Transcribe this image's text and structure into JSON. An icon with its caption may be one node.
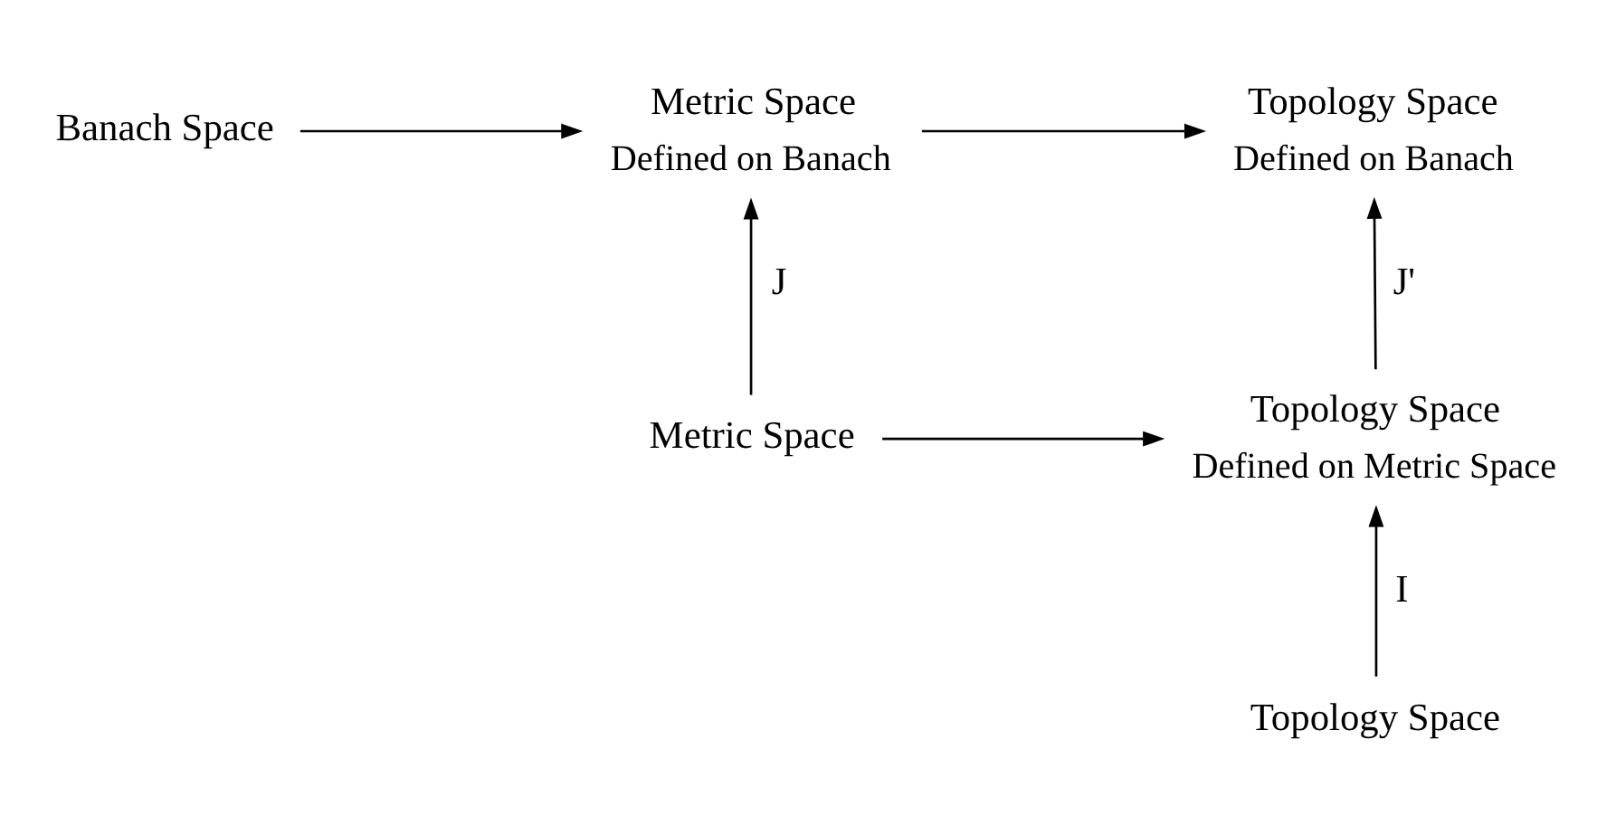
{
  "diagram": {
    "nodes": [
      {
        "text": [
          "Banach Space"
        ]
      },
      {
        "text": [
          "Metric Space"
        ],
        "beside": [
          "Defined on Banach"
        ]
      },
      {
        "text": [
          "Topology Space"
        ],
        "beside": [
          "Defined on Banach"
        ]
      },
      {
        "text": [
          "Metric Space"
        ]
      },
      {
        "text": [
          "Topology Space"
        ],
        "beside": [
          "Defined on Metric Space"
        ]
      },
      {
        "text": [
          "Topology Space"
        ]
      }
    ],
    "edges": [
      {
        "from": 0,
        "to": 1,
        "arrow": "to"
      },
      {
        "from": 1,
        "to": 2,
        "arrow": "to"
      },
      {
        "from": 3,
        "to": 1,
        "arrow": "to",
        "label": "J"
      },
      {
        "from": 4,
        "to": 2,
        "arrow": "to",
        "label": "J'"
      },
      {
        "from": 3,
        "to": 4,
        "arrow": "to"
      },
      {
        "from": 5,
        "to": 4,
        "arrow": "to",
        "label": "I"
      }
    ]
  }
}
